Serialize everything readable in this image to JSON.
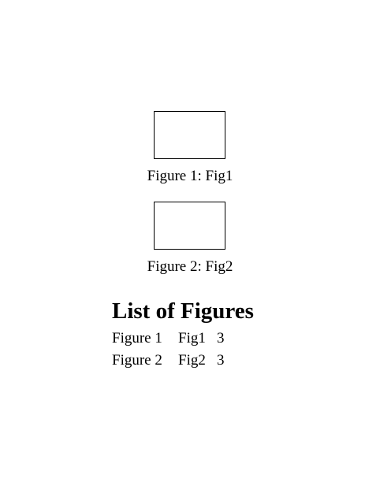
{
  "figures": [
    {
      "caption": "Figure 1: Fig1"
    },
    {
      "caption": "Figure 2: Fig2"
    }
  ],
  "list_of_figures": {
    "heading": "List of Figures",
    "entries": [
      {
        "number": "Figure 1",
        "title": "Fig1",
        "page": "3"
      },
      {
        "number": "Figure 2",
        "title": "Fig2",
        "page": "3"
      }
    ]
  }
}
